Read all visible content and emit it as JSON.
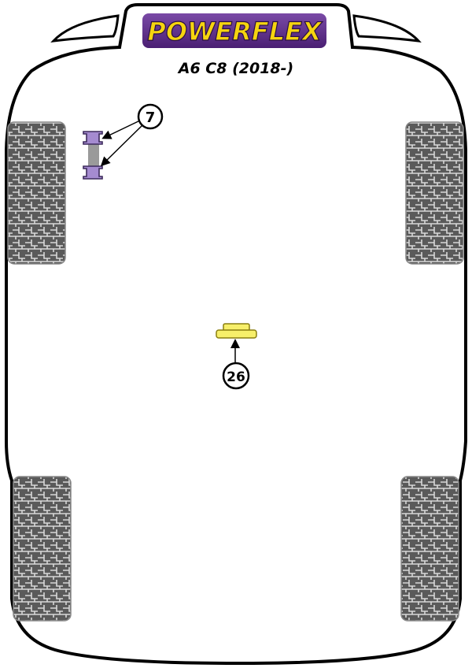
{
  "brand": {
    "logo_text": "POWERFLEX",
    "primary_color": "#5b2a86",
    "accent_color": "#f5d40f"
  },
  "model": {
    "label": "A6 C8 (2018-)"
  },
  "parts": [
    {
      "number": "7",
      "description_icon": "bush-pair-purple",
      "color": "#a58bd0"
    },
    {
      "number": "26",
      "description_icon": "mount-yellow",
      "color": "#f7ef6a"
    }
  ],
  "wheels": [
    "front-left-tyre",
    "front-right-tyre",
    "rear-left-tyre",
    "rear-right-tyre"
  ]
}
